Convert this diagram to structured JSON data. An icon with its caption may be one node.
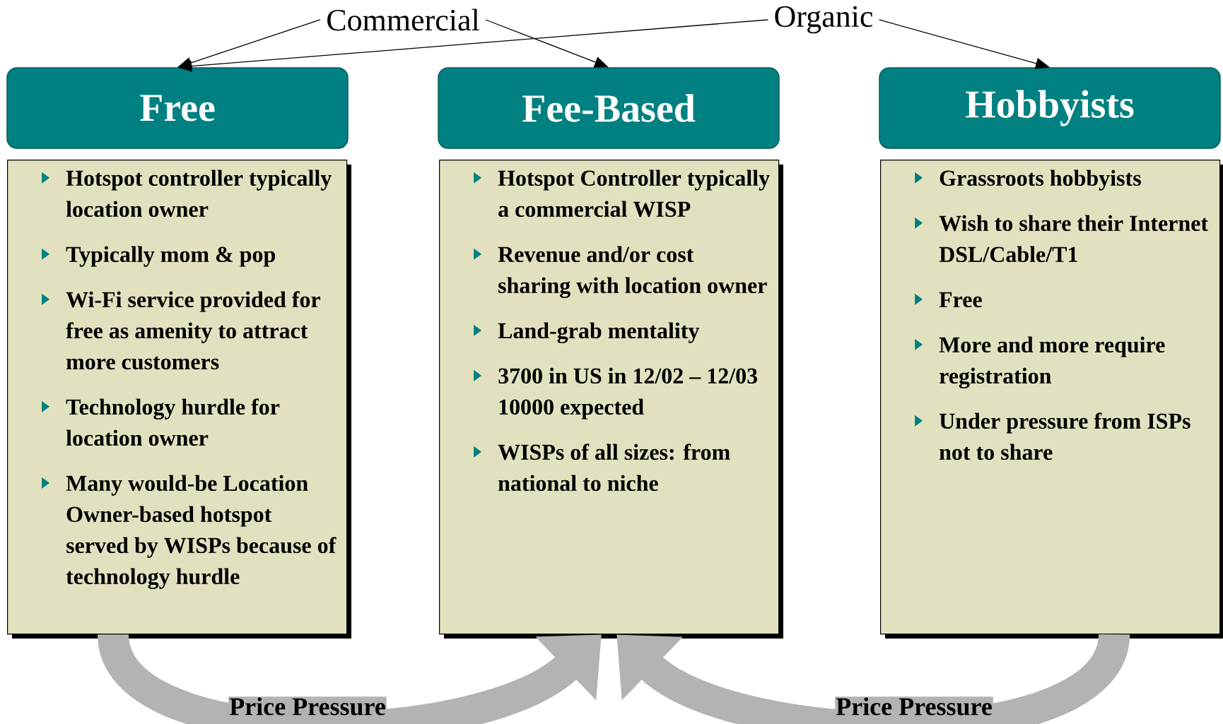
{
  "diagram": {
    "nodes": [
      {
        "text": [
          "Commercial"
        ]
      },
      {
        "text": [
          "Organic"
        ]
      },
      {
        "text": [
          "Free"
        ]
      },
      {
        "text": [
          "Fee-Based"
        ]
      },
      {
        "text": [
          "Hobbyists"
        ]
      },
      {
        "text": [
          "Hotspot controller typically location owner",
          "Typically mom & pop",
          "Wi-Fi service provided for free as amenity to attract more customers",
          "Technology hurdle for location owner",
          "Many would-be Location Owner-based hotspot served by WISPs because of technology hurdle"
        ]
      },
      {
        "text": [
          "Hotspot Controller typically a commercial WISP",
          "Revenue and/or cost sharing with location owner",
          "Land-grab mentality",
          "3700 in US in 12/02 – 12/03 10000 expected",
          "WISPs of all sizes: from national to niche"
        ]
      },
      {
        "text": [
          "Grassroots hobbyists",
          "Wish to share their Internet DSL/Cable/T1",
          "Free",
          "More and more require registration",
          "Under pressure from ISPs not to share"
        ]
      }
    ],
    "edges": [
      {
        "from": 0,
        "to": 2,
        "arrow": "to"
      },
      {
        "from": 0,
        "to": 3,
        "arrow": "to"
      },
      {
        "from": 1,
        "to": 2,
        "arrow": "to"
      },
      {
        "from": 1,
        "to": 4,
        "arrow": "to"
      },
      {
        "from": 5,
        "to": 6,
        "arrow": "to",
        "label": "Price Pressure",
        "style": "thick",
        "color": "#b3b3b3"
      },
      {
        "from": 7,
        "to": 6,
        "arrow": "to",
        "label": "Price Pressure",
        "style": "thick",
        "color": "#b3b3b3"
      }
    ]
  }
}
